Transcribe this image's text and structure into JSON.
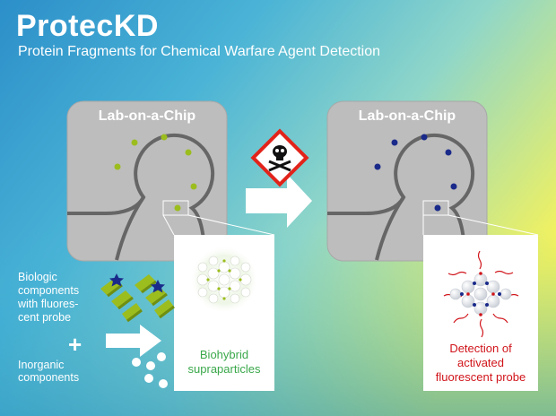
{
  "header": {
    "title": "ProtecKD",
    "subtitle": "Protein Fragments for Chemical Warfare Agent Detection"
  },
  "left_chip": {
    "label": "Lab-on-a-Chip"
  },
  "right_chip": {
    "label": "Lab-on-a-Chip"
  },
  "inputs": {
    "biologic_lines": [
      "Biologic",
      "components",
      "with fluores-",
      "cent probe"
    ],
    "plus": "+",
    "inorganic_lines": [
      "Inorganic",
      "components"
    ]
  },
  "panels": {
    "left": {
      "lines": [
        "Biohybrid",
        "supraparticles"
      ],
      "color": "#3aa84a"
    },
    "right": {
      "lines": [
        "Detection of",
        "activated",
        "fluorescent probe"
      ],
      "color": "#d0141a"
    }
  },
  "colors": {
    "background_top_left": "#2fa3cf",
    "background_top_right": "#f4f45e",
    "chip_fill": "#bdbdbd",
    "channel": "#666666",
    "probe_inactive": "#9cbd1e",
    "probe_active": "#1a2a8a"
  },
  "icons": [
    "toxic-hazard-icon",
    "skull-crossbones-icon",
    "right-arrow-icon",
    "protein-helix-icon",
    "star-probe-icon"
  ]
}
